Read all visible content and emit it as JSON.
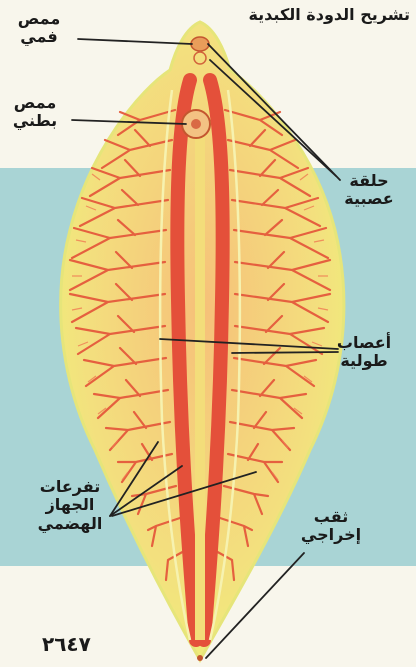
{
  "title": "تشريح الدودة الكبدية",
  "labels": {
    "oral_sucker": [
      "ممص",
      "فمي"
    ],
    "ventral_sucker": [
      "ممص",
      "بطني"
    ],
    "nerve_ring": [
      "حلقة",
      "عصبية"
    ],
    "longitudinal_nerves": [
      "أعصاب",
      "طولية"
    ],
    "intestine_branches": [
      "تفرعات",
      "الجهاز",
      "الهضمي"
    ],
    "excretory_pore": [
      "ثقب",
      "إخراجي"
    ]
  },
  "page_number": "٢٦٤٧",
  "colors": {
    "band_top": "#f8f6ec",
    "band_middle": "#a8d4d6",
    "band_bottom": "#f8f6ec",
    "body_outer": "#f1ee7a",
    "body_inner": "#f3d98a",
    "branches": "#e8553a",
    "gut": "#e4503a",
    "nerve": "#f6f2b0"
  }
}
